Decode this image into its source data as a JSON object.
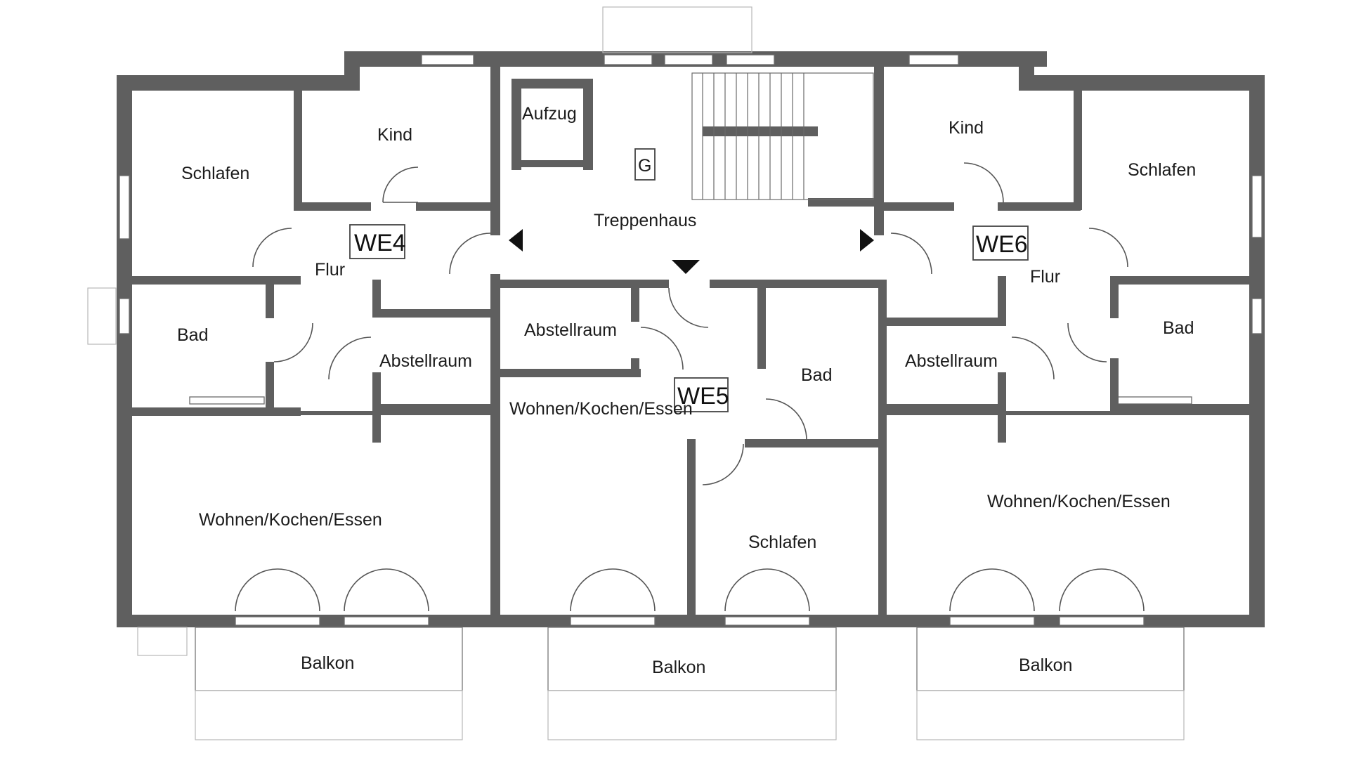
{
  "floor_plan": {
    "units": {
      "we4": "WE4",
      "we5": "WE5",
      "we6": "WE6",
      "stair_marker": "G"
    },
    "rooms": {
      "left": {
        "kind": "Kind",
        "schlafen": "Schlafen",
        "flur": "Flur",
        "bad": "Bad",
        "abstellraum": "Abstellraum",
        "wohnen": "Wohnen/Kochen/Essen",
        "balkon": "Balkon"
      },
      "center": {
        "aufzug": "Aufzug",
        "treppenhaus": "Treppenhaus",
        "abstellraum": "Abstellraum",
        "bad": "Bad",
        "wohnen": "Wohnen/Kochen/Essen",
        "schlafen": "Schlafen",
        "balkon": "Balkon"
      },
      "right": {
        "kind": "Kind",
        "schlafen": "Schlafen",
        "flur": "Flur",
        "bad": "Bad",
        "abstellraum": "Abstellraum",
        "wohnen": "Wohnen/Kochen/Essen",
        "balkon": "Balkon"
      }
    },
    "colors": {
      "wall": "#5f5f5f",
      "background": "#ffffff",
      "text": "#1c1c1c"
    }
  }
}
